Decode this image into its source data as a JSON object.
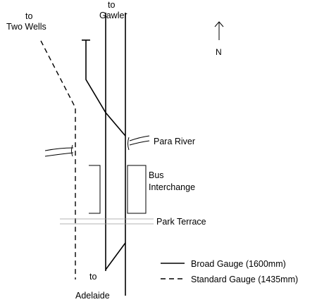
{
  "labels": {
    "to_two_wells_line1": "to",
    "to_two_wells_line2": "Two Wells",
    "to_gawler_line1": "to",
    "to_gawler_line2": "Gawler",
    "north": "N",
    "para_river": "Para River",
    "bus_interchange_line1": "Bus",
    "bus_interchange_line2": "Interchange",
    "park_terrace": "Park Terrace",
    "to_adelaide_line1": "to",
    "to_adelaide_line2": "Adelaide"
  },
  "legend": {
    "broad_gauge": "Broad Gauge (1600mm)",
    "standard_gauge": "Standard Gauge (1435mm)"
  }
}
